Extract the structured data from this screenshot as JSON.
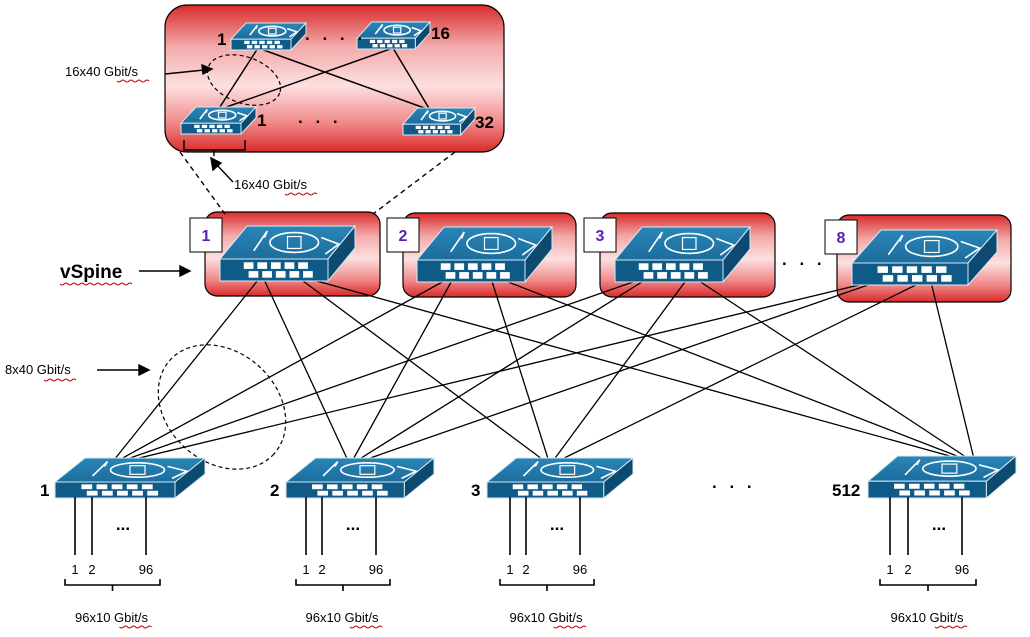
{
  "zoom": {
    "top_left": "1",
    "top_right": "16",
    "bottom_left": "1",
    "bottom_right": "32",
    "dots_top": ". . . .",
    "dots_bottom": ". . .",
    "link_label": "16x40 Gbit/s",
    "port_label": "16x40 Gbit/s"
  },
  "spine": {
    "label": "vSpine",
    "switches": [
      "1",
      "2",
      "3",
      "8"
    ],
    "dots": ". . ."
  },
  "uplink_label": "8x40 Gbit/s",
  "leaves": [
    {
      "id": "1",
      "ports": [
        "1",
        "2",
        "96"
      ],
      "dots": "...",
      "bandwidth": "96x10 Gbit/s"
    },
    {
      "id": "2",
      "ports": [
        "1",
        "2",
        "96"
      ],
      "dots": "...",
      "bandwidth": "96x10 Gbit/s"
    },
    {
      "id": "3",
      "ports": [
        "1",
        "2",
        "96"
      ],
      "dots": "...",
      "bandwidth": "96x10 Gbit/s"
    },
    {
      "id": "512",
      "ports": [
        "1",
        "2",
        "96"
      ],
      "dots": "...",
      "bandwidth": "96x10 Gbit/s"
    }
  ],
  "leaf_dots": ". . .",
  "colors": {
    "switch_top": "#1b6d9c",
    "switch_front": "#0f5a86",
    "box_red": "#e23a3a"
  }
}
